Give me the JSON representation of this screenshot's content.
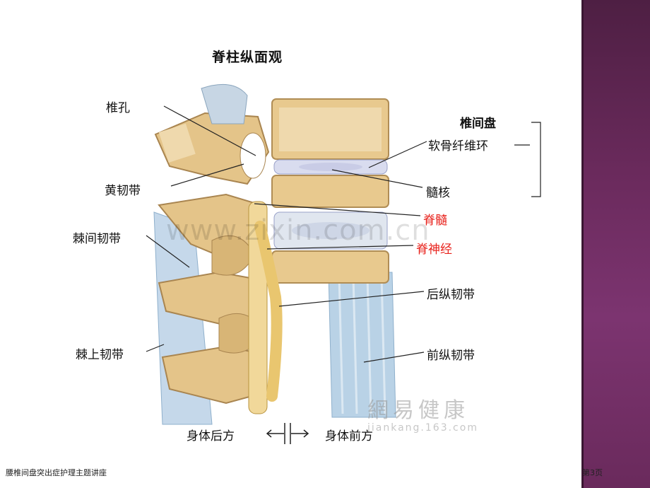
{
  "slide": {
    "title": "脊柱纵面观",
    "footer": "腰椎间盘突出症护理主题讲座",
    "page_number": "第3页"
  },
  "labels": {
    "foramen": "椎孔",
    "ligamentum_flavum": "黄韧带",
    "interspinous_ligament": "棘间韧带",
    "supraspinous_ligament": "棘上韧带",
    "intervertebral_disc": "椎间盘",
    "annulus_fibrosus": "软骨纤维环",
    "nucleus_pulposus": "髓核",
    "spinal_cord": "脊髓",
    "spinal_nerve": "脊神经",
    "posterior_longitudinal_ligament": "后纵韧带",
    "anterior_longitudinal_ligament": "前纵韧带",
    "posterior": "身体后方",
    "anterior": "身体前方"
  },
  "watermark": "www.zixin.com.cn",
  "logo": {
    "main": "網易健康",
    "sub": "jiankang.163.com"
  },
  "colors": {
    "band": "#6a2a5c",
    "red_label": "#e8201a",
    "bone": "#e8c98e",
    "ligament": "#b9d2e6"
  }
}
